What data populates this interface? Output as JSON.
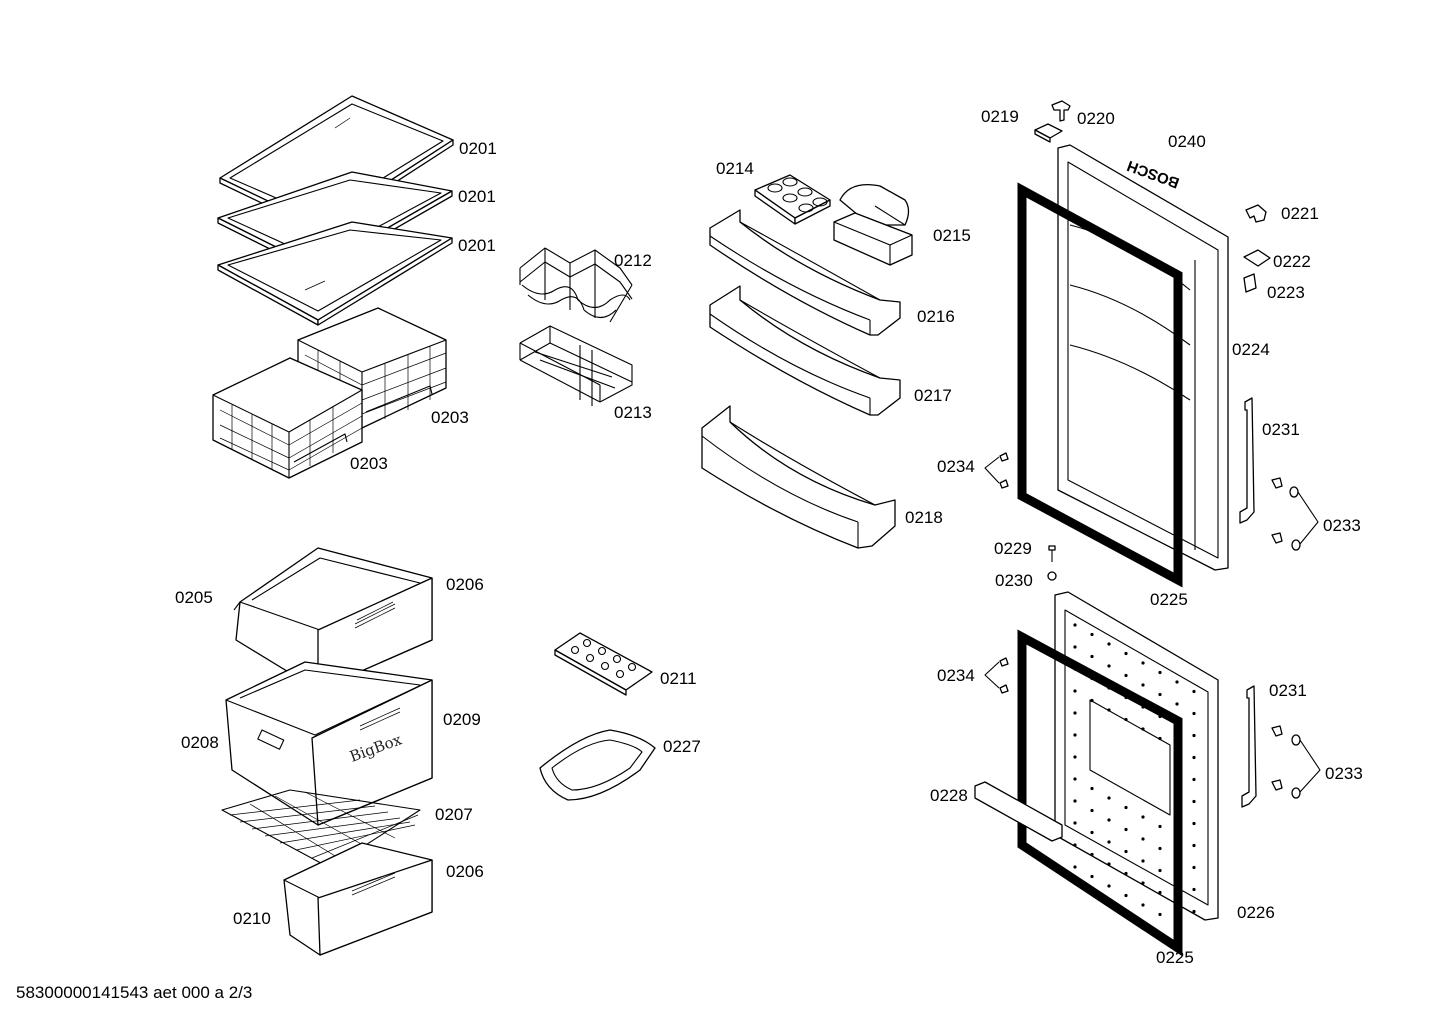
{
  "labels": {
    "l0201a": "0201",
    "l0201b": "0201",
    "l0201c": "0201",
    "l0203a": "0203",
    "l0203b": "0203",
    "l0205": "0205",
    "l0206a": "0206",
    "l0206b": "0206",
    "l0207": "0207",
    "l0208": "0208",
    "l0209": "0209",
    "l0210": "0210",
    "l0211": "0211",
    "l0212": "0212",
    "l0213": "0213",
    "l0214": "0214",
    "l0215": "0215",
    "l0216": "0216",
    "l0217": "0217",
    "l0218": "0218",
    "l0219": "0219",
    "l0220": "0220",
    "l0221": "0221",
    "l0222": "0222",
    "l0223": "0223",
    "l0224": "0224",
    "l0225a": "0225",
    "l0225b": "0225",
    "l0226": "0226",
    "l0227": "0227",
    "l0228": "0228",
    "l0229": "0229",
    "l0230": "0230",
    "l0231a": "0231",
    "l0231b": "0231",
    "l0233a": "0233",
    "l0233b": "0233",
    "l0234a": "0234",
    "l0234b": "0234",
    "l0240": "0240"
  },
  "footer": "58300000141543 aet 000 a 2/3",
  "brand_text": "BOSCH",
  "drawer_text": "BigBox"
}
